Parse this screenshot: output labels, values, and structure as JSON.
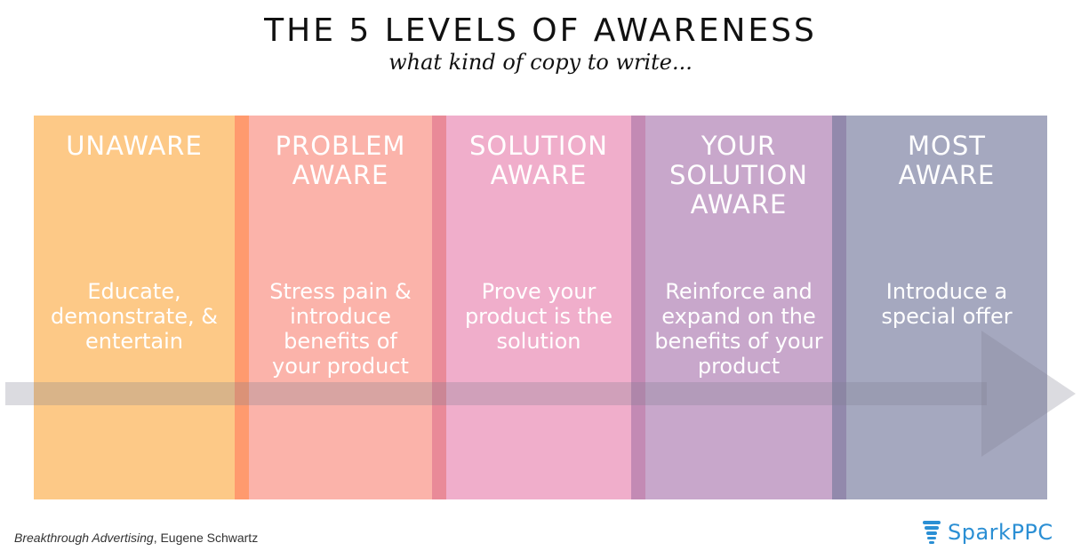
{
  "header": {
    "title": "THE 5 LEVELS OF AWARENESS",
    "subtitle": "what kind of copy to write..."
  },
  "levels": [
    {
      "title": "UNAWARE",
      "description": "Educate,\ndemonstrate, &\nentertain",
      "color": "#fdc987",
      "divider_color": "#ff9a6e"
    },
    {
      "title": "PROBLEM\nAWARE",
      "description": "Stress pain &\nintroduce\nbenefits of\nyour product",
      "color": "#fbb3aa",
      "divider_color": "#e98a98"
    },
    {
      "title": "SOLUTION\nAWARE",
      "description": "Prove your\nproduct is the\nsolution",
      "color": "#f0aecb",
      "divider_color": "#c38ab4"
    },
    {
      "title": "YOUR\nSOLUTION\nAWARE",
      "description": "Reinforce and\nexpand on the\nbenefits of your\nproduct",
      "color": "#c8a7cb",
      "divider_color": "#9289ac"
    },
    {
      "title": "MOST\nAWARE",
      "description": "Introduce a\nspecial offer",
      "color": "#a5a8bf",
      "divider_color": ""
    }
  ],
  "arrow": {
    "color": "#7f7f8f"
  },
  "footer": {
    "source_title": "Breakthrough Advertising",
    "source_author": ", Eugene Schwartz",
    "brand": "SparkPPC",
    "brand_icon": "lightbulb-icon",
    "brand_color": "#2b8fd4"
  }
}
